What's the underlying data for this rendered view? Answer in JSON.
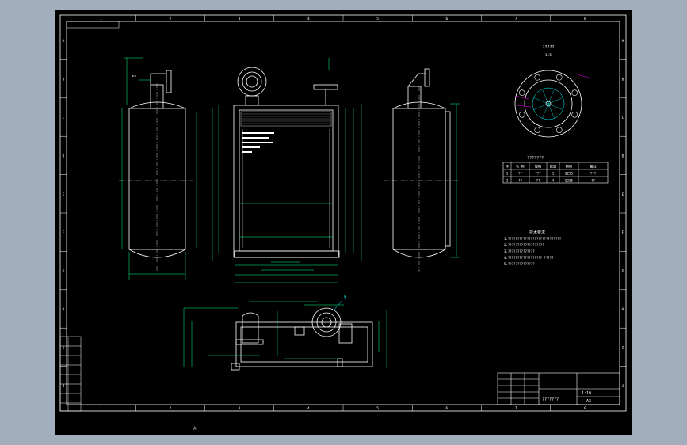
{
  "canvas": {
    "background": "#000000",
    "workspace": "#a3aebd"
  },
  "colors": {
    "frame": "#ffffff",
    "outline": "#ffffff",
    "dimension": "#00ff88",
    "center": "#cccccc",
    "callout": "#00ffff",
    "leader": "#ff00ff",
    "title": "#ffffff"
  },
  "border": {
    "col_labels": [
      "1",
      "2",
      "3",
      "4",
      "5",
      "6",
      "7",
      "8"
    ],
    "row_labels": [
      "A",
      "B",
      "C",
      "D",
      "E",
      "F",
      "G",
      "H",
      "I",
      "J"
    ]
  },
  "views": {
    "front_left": {
      "flange_tag": "F2"
    },
    "plan": {
      "callout": "9"
    },
    "detail": {
      "caption": "?????",
      "sub": "1:5"
    }
  },
  "spec_table": {
    "title": "???????",
    "headers": [
      "序",
      "名 称",
      "规格",
      "数量",
      "材料",
      "备注"
    ],
    "rows": [
      [
        "1",
        "??",
        "???",
        "1",
        "Q235",
        "???"
      ],
      [
        "2",
        "??",
        "??",
        "4",
        "Q235",
        "??"
      ]
    ]
  },
  "tech_notes": {
    "title": "技术要求",
    "lines": [
      "1.????????????????????????????",
      "2.???????????????????",
      "3.??????????????",
      "4.?????????????????? ?????",
      "5.??????????????"
    ]
  },
  "title_block": {
    "drawing_name": "???????",
    "scale": "1:10",
    "sheet": "A3"
  },
  "status": {
    "text": "A"
  }
}
